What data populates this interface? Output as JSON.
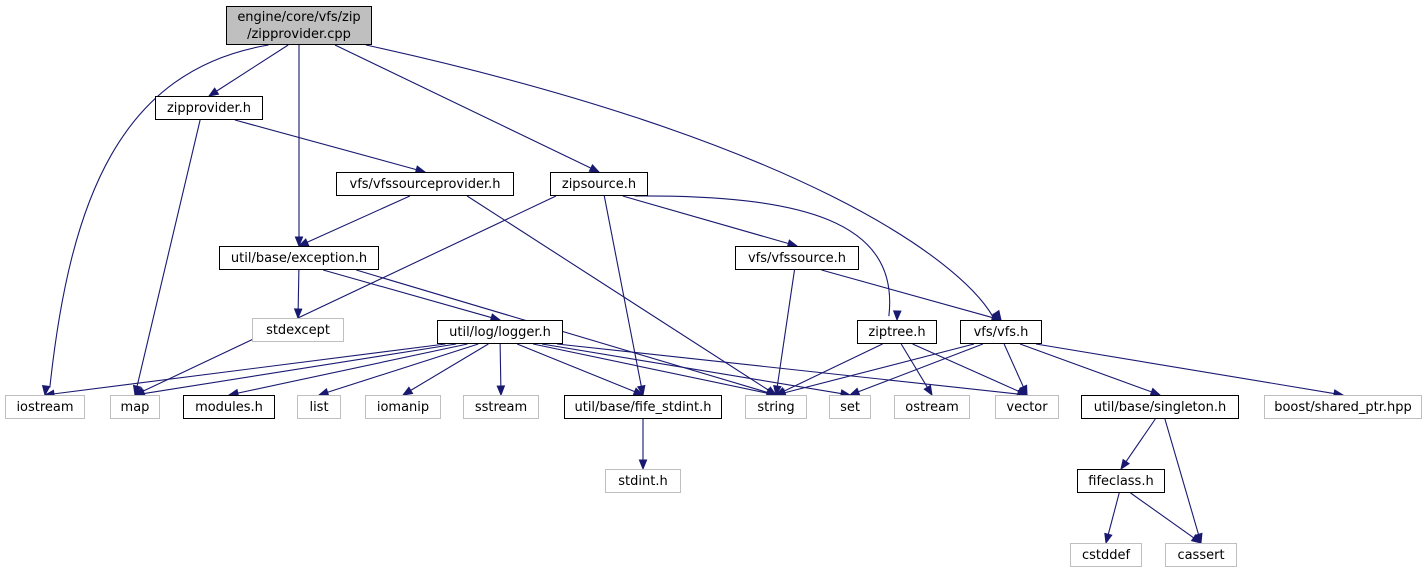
{
  "graph": {
    "root": {
      "line1": "engine/core/vfs/zip",
      "line2": "/zipprovider.cpp"
    },
    "nodes": {
      "zipprovider_h": "zipprovider.h",
      "vfssourceprovider_h": "vfs/vfssourceprovider.h",
      "zipsource_h": "zipsource.h",
      "exception_h": "util/base/exception.h",
      "vfssource_h": "vfs/vfssource.h",
      "stdexcept": "stdexcept",
      "logger_h": "util/log/logger.h",
      "ziptree_h": "ziptree.h",
      "vfs_h": "vfs/vfs.h",
      "iostream": "iostream",
      "map": "map",
      "modules_h": "modules.h",
      "list": "list",
      "iomanip": "iomanip",
      "sstream": "sstream",
      "fife_stdint_h": "util/base/fife_stdint.h",
      "string": "string",
      "set": "set",
      "ostream": "ostream",
      "vector": "vector",
      "singleton_h": "util/base/singleton.h",
      "shared_ptr_hpp": "boost/shared_ptr.hpp",
      "stdint_h": "stdint.h",
      "fifeclass_h": "fifeclass.h",
      "cstddef": "cstddef",
      "cassert": "cassert"
    },
    "edges": [
      [
        "root",
        "iostream"
      ],
      [
        "root",
        "zipprovider_h"
      ],
      [
        "root",
        "exception_h"
      ],
      [
        "root",
        "zipsource_h"
      ],
      [
        "root",
        "vfs_h"
      ],
      [
        "zipprovider_h",
        "map"
      ],
      [
        "zipprovider_h",
        "vfssourceprovider_h"
      ],
      [
        "vfssourceprovider_h",
        "exception_h"
      ],
      [
        "vfssourceprovider_h",
        "string"
      ],
      [
        "zipsource_h",
        "map"
      ],
      [
        "zipsource_h",
        "fife_stdint_h"
      ],
      [
        "zipsource_h",
        "vfssource_h"
      ],
      [
        "zipsource_h",
        "ziptree_h"
      ],
      [
        "exception_h",
        "stdexcept"
      ],
      [
        "exception_h",
        "logger_h"
      ],
      [
        "exception_h",
        "string"
      ],
      [
        "vfssource_h",
        "string"
      ],
      [
        "vfssource_h",
        "vfs_h"
      ],
      [
        "logger_h",
        "iostream"
      ],
      [
        "logger_h",
        "map"
      ],
      [
        "logger_h",
        "modules_h"
      ],
      [
        "logger_h",
        "list"
      ],
      [
        "logger_h",
        "iomanip"
      ],
      [
        "logger_h",
        "sstream"
      ],
      [
        "logger_h",
        "fife_stdint_h"
      ],
      [
        "logger_h",
        "string"
      ],
      [
        "logger_h",
        "set"
      ],
      [
        "logger_h",
        "vector"
      ],
      [
        "ziptree_h",
        "string"
      ],
      [
        "ziptree_h",
        "ostream"
      ],
      [
        "ziptree_h",
        "vector"
      ],
      [
        "vfs_h",
        "string"
      ],
      [
        "vfs_h",
        "set"
      ],
      [
        "vfs_h",
        "vector"
      ],
      [
        "vfs_h",
        "singleton_h"
      ],
      [
        "vfs_h",
        "shared_ptr_hpp"
      ],
      [
        "fife_stdint_h",
        "stdint_h"
      ],
      [
        "singleton_h",
        "fifeclass_h"
      ],
      [
        "singleton_h",
        "cassert"
      ],
      [
        "fifeclass_h",
        "cstddef"
      ],
      [
        "fifeclass_h",
        "cassert"
      ]
    ]
  }
}
